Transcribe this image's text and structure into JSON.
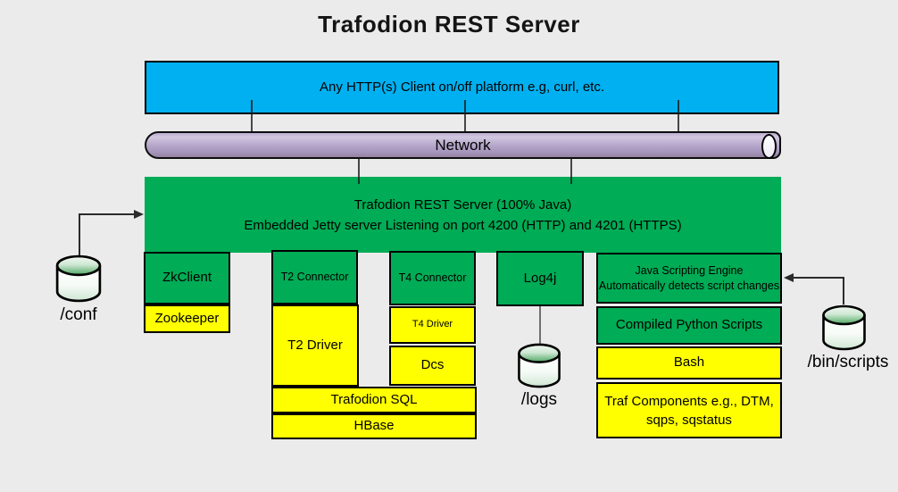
{
  "title": "Trafodion REST Server",
  "colors": {
    "background": "#EBEBEB",
    "client_blue": "#00B0F0",
    "component_green": "#00AC55",
    "component_yellow": "#FFFF00",
    "network_purple": "#B3A3C8",
    "cylinder_green": "#4FA863"
  },
  "client_box": {
    "label": "Any HTTP(s) Client on/off platform e.g, curl, etc."
  },
  "network": {
    "label": "Network"
  },
  "rest_server": {
    "line1": "Trafodion REST Server (100% Java)",
    "line2": "Embedded Jetty server Listening on port 4200 (HTTP) and 4201 (HTTPS)"
  },
  "components": {
    "zkclient": "ZkClient",
    "zookeeper": "Zookeeper",
    "t2_connector": "T2 Connector",
    "t2_driver": "T2 Driver",
    "trafodion_sql": "Trafodion SQL",
    "hbase": "HBase",
    "t4_connector": "T4 Connector",
    "t4_driver": "T4 Driver",
    "dcs": "Dcs",
    "log4j": "Log4j",
    "java_scripting_engine_line1": "Java Scripting Engine",
    "java_scripting_engine_line2": "Automatically detects script changes",
    "compiled_python": "Compiled Python Scripts",
    "bash": "Bash",
    "traf_components": "Traf Components e.g., DTM, sqps, sqstatus"
  },
  "storage": {
    "conf": "/conf",
    "logs": "/logs",
    "bin_scripts": "/bin/scripts"
  }
}
